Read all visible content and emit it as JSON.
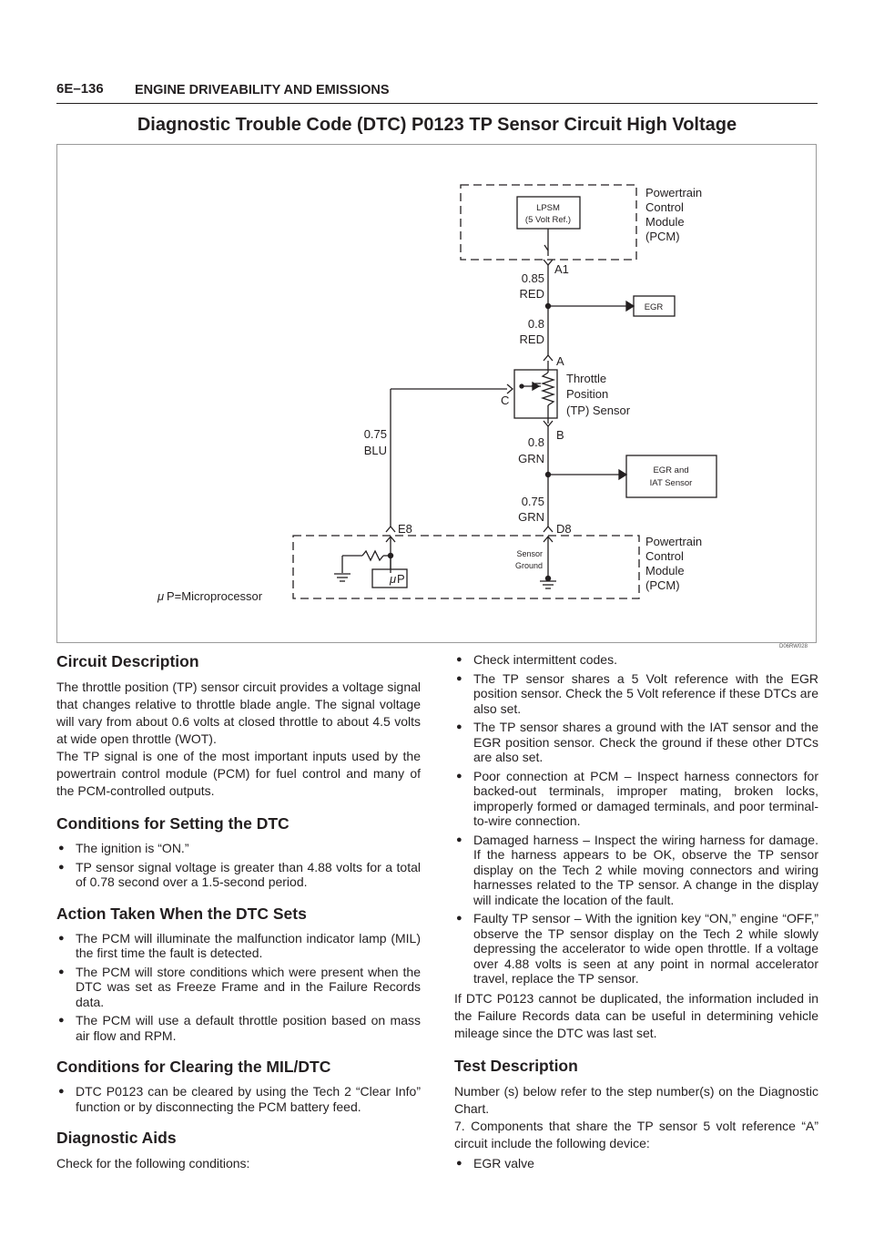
{
  "header": {
    "page_number": "6E–136",
    "running_title": "ENGINE DRIVEABILITY AND EMISSIONS"
  },
  "title": "Diagnostic Trouble Code (DTC) P0123 TP Sensor Circuit  High Voltage",
  "diagram": {
    "figure_id": "D06RW028",
    "pcm_label_1": "Powertrain",
    "pcm_label_2": "Control",
    "pcm_label_3": "Module",
    "pcm_label_4": "(PCM)",
    "lpsm_1": "LPSM",
    "lpsm_2": "(5 Volt Ref.)",
    "pin_a1": "A1",
    "wire_085_gauge": "0.85",
    "wire_085_color": "RED",
    "egr_box": "EGR",
    "wire_08red_gauge": "0.8",
    "wire_08red_color": "RED",
    "pin_a": "A",
    "sensor_1": "Throttle",
    "sensor_2": "Position",
    "sensor_3": "(TP) Sensor",
    "pin_c": "C",
    "pin_b": "B",
    "wire_075blu_gauge": "0.75",
    "wire_075blu_color": "BLU",
    "wire_08grn_gauge": "0.8",
    "wire_08grn_color": "GRN",
    "egr_iat_1": "EGR and",
    "egr_iat_2": "IAT Sensor",
    "wire_075grn_gauge": "0.75",
    "wire_075grn_color": "GRN",
    "pin_e8": "E8",
    "pin_d8": "D8",
    "sensor_ground_1": "Sensor",
    "sensor_ground_2": "Ground",
    "mu_p": "P",
    "mu_legend": "P=Microprocessor",
    "mu_symbol": "μ"
  },
  "left": {
    "circuit_description": {
      "heading": "Circuit Description",
      "para1": "The throttle position (TP) sensor circuit provides a voltage signal that changes relative to throttle blade angle.  The signal voltage will vary from about 0.6 volts at closed throttle to about 4.5 volts at wide open throttle (WOT).",
      "para2": "The TP signal is one of the most important inputs used by the powertrain control module (PCM) for fuel control and many of the PCM-controlled outputs."
    },
    "conditions_setting": {
      "heading": "Conditions for Setting the DTC",
      "items": [
        "The ignition is “ON.”",
        "TP sensor signal voltage is greater than 4.88 volts for a total of 0.78 second over a 1.5-second period."
      ]
    },
    "action_taken": {
      "heading": "Action Taken When the DTC Sets",
      "items": [
        "The PCM will illuminate the malfunction indicator lamp (MIL) the first time the fault is detected.",
        "The PCM will store conditions which were present when the DTC was set as Freeze Frame and in the Failure Records data.",
        "The PCM will use a default throttle position based on mass air flow and RPM."
      ]
    },
    "conditions_clearing": {
      "heading": "Conditions for Clearing the MIL/DTC",
      "items": [
        "DTC P0123 can be cleared by using the Tech 2 “Clear Info” function or by disconnecting the PCM battery feed."
      ]
    },
    "diagnostic_aids": {
      "heading": "Diagnostic Aids",
      "para": "Check for the following conditions:"
    }
  },
  "right": {
    "items": [
      "Check intermittent codes.",
      "The TP sensor shares a 5 Volt reference with the EGR position sensor.  Check the 5 Volt reference if these DTCs are also set.",
      "The TP sensor shares a ground with the IAT sensor and the EGR position sensor.  Check the ground if these other DTCs are also set.",
      "Poor connection at PCM – Inspect harness connectors for backed-out terminals, improper mating, broken locks, improperly formed or damaged terminals, and poor terminal-to-wire connection.",
      "Damaged harness – Inspect the wiring harness for damage.  If the harness appears to be OK, observe the TP sensor display on the Tech 2 while moving connectors and wiring harnesses related to the TP sensor.  A change in the display will indicate the location of the fault.",
      "Faulty TP sensor – With the ignition key “ON,” engine “OFF,” observe the TP sensor display on the Tech 2 while slowly depressing the accelerator to wide open throttle.  If a voltage over 4.88 volts is seen at any point in normal accelerator travel, replace the TP sensor."
    ],
    "after_para": "If DTC P0123 cannot be duplicated, the information included in the Failure Records data can be useful in determining vehicle mileage since the DTC was last set.",
    "test_description": {
      "heading": "Test Description",
      "para1": "Number (s) below refer to the step number(s) on the Diagnostic Chart.",
      "para2": "7. Components that share the TP sensor 5 volt reference “A” circuit include the following device:",
      "items": [
        "EGR valve"
      ]
    }
  }
}
